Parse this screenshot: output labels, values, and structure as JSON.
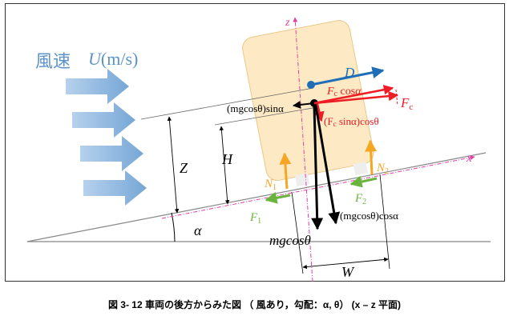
{
  "diagram": {
    "wind_kanji": "風速",
    "wind_symbol": "U",
    "wind_unit": "(m/s)",
    "axis_z": "z",
    "axis_x": "x",
    "drag_D": "D",
    "fc_cos_prefix": "F",
    "fc_cos_sub": "c",
    "fc_cos_func": " cos",
    "fc_cos_alpha": "α",
    "fc_main": "F",
    "fc_main_sub": "c",
    "fc_sin_open": "(F",
    "fc_sin_sub": "c",
    "fc_sin_rest": " sinα)cosθ",
    "mg_sin_label": "(mgcosθ)sinα",
    "mg_cos_label": "(mgcosθ)cosα",
    "mg_label": "mgcosθ",
    "Z": "Z",
    "H": "H",
    "W": "W",
    "alpha": "α",
    "N1": "N",
    "N1_sub": "1",
    "N2": "N",
    "N2_sub": "2",
    "F1": "F",
    "F1_sub": "1",
    "F2": "F",
    "F2_sub": "2"
  },
  "colors": {
    "body": "#fdeac4",
    "red": "#ee1c25",
    "blue": "#1f6fb8",
    "orange": "#f5a623",
    "green": "#6ab43e",
    "magenta": "#e040a0",
    "wind": "#7aaedb"
  },
  "caption": "図 3- 12  車両の後方からみた図 （ 風あり，勾配：α, θ）  (x – z  平面)"
}
